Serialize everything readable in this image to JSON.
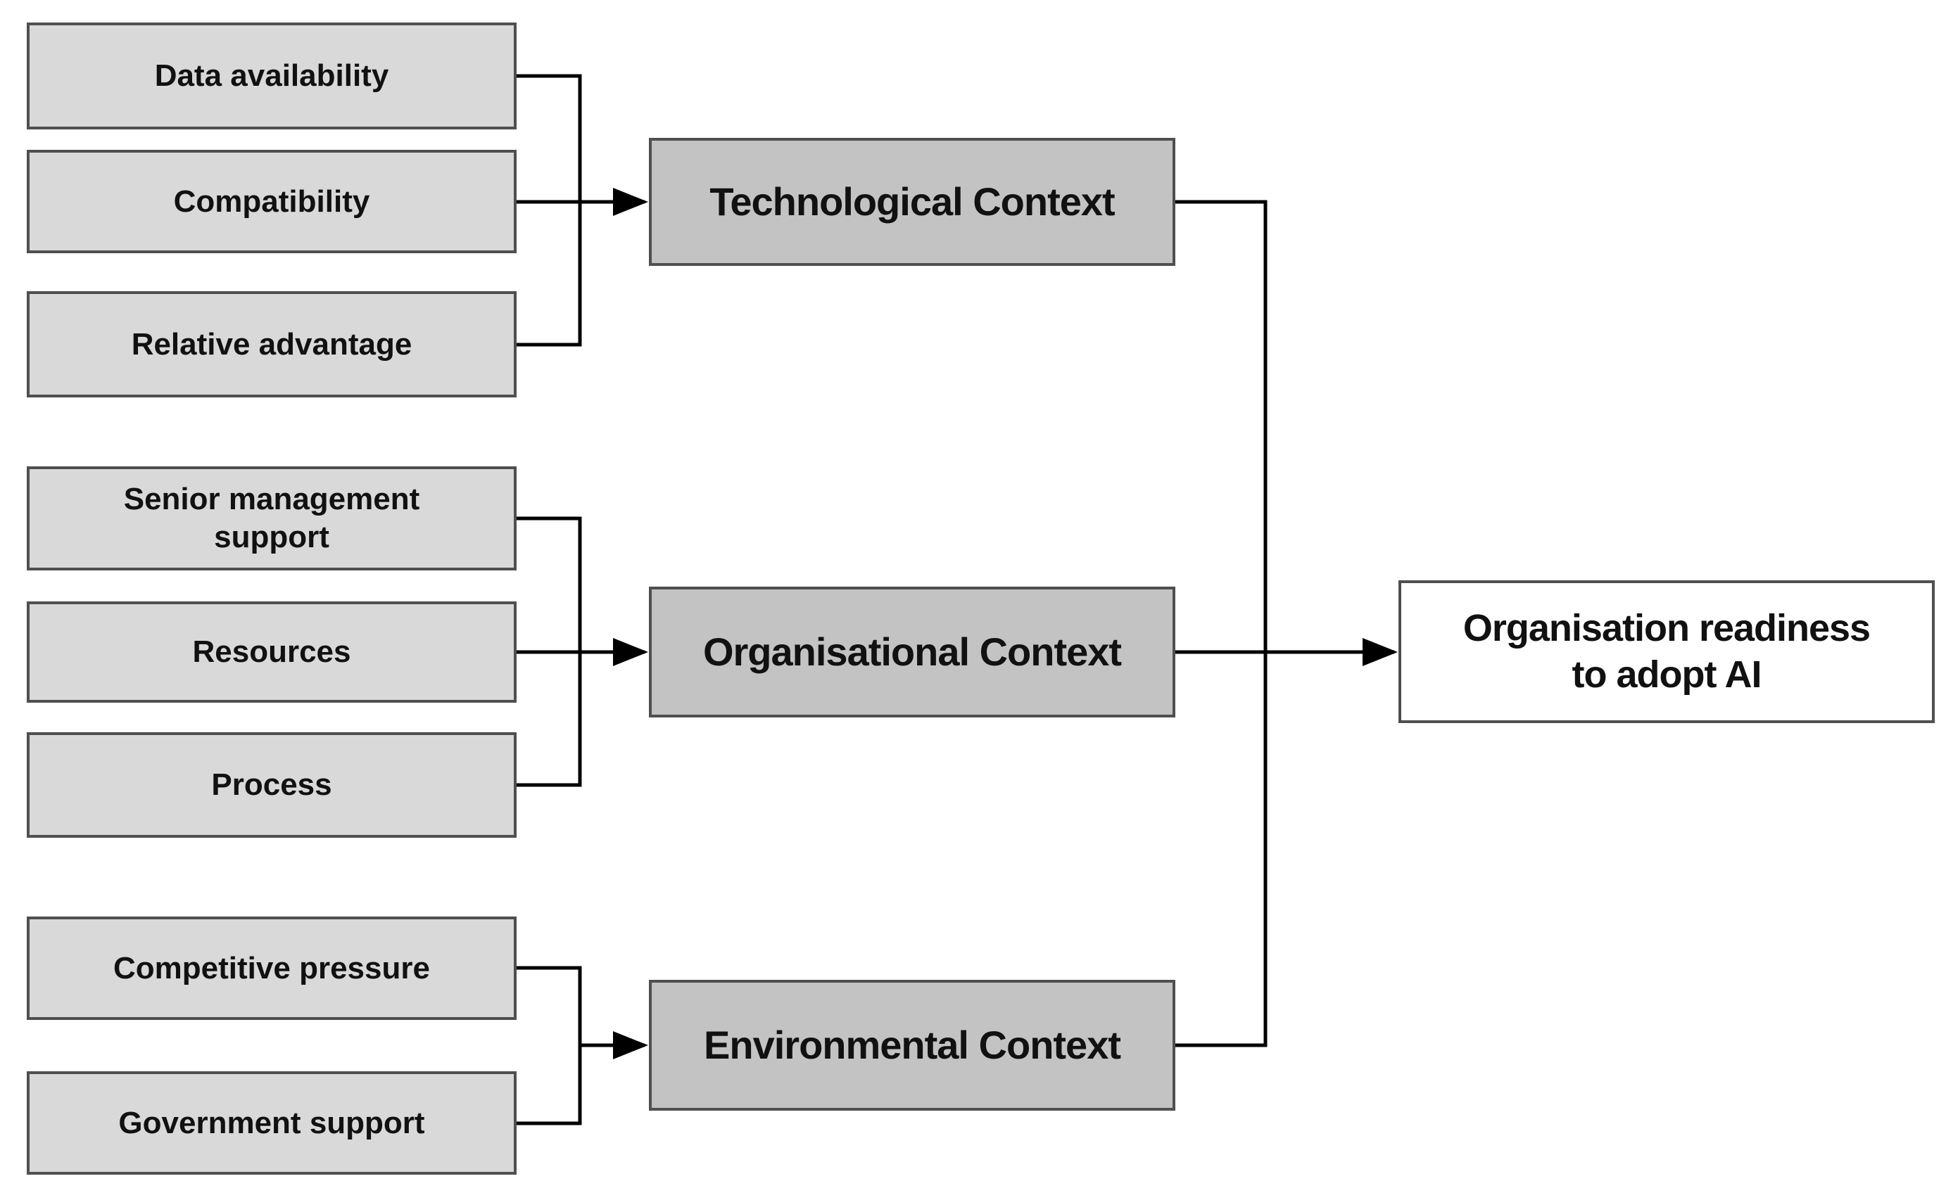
{
  "diagram": {
    "title_semantic": "TOE framework for organisation readiness to adopt AI",
    "groups": [
      {
        "name": "technological",
        "context_label": "Technological Context",
        "factors": [
          {
            "label": "Data availability"
          },
          {
            "label": "Compatibility"
          },
          {
            "label": "Relative advantage"
          }
        ]
      },
      {
        "name": "organisational",
        "context_label": "Organisational Context",
        "factors": [
          {
            "label": "Senior management\nsupport"
          },
          {
            "label": "Resources"
          },
          {
            "label": "Process"
          }
        ]
      },
      {
        "name": "environmental",
        "context_label": "Environmental Context",
        "factors": [
          {
            "label": "Competitive pressure"
          },
          {
            "label": "Government support"
          }
        ]
      }
    ],
    "outcome_label": "Organisation readiness\nto adopt AI",
    "colors": {
      "factor_fill": "#d9d9d9",
      "context_fill": "#c3c3c3",
      "outcome_fill": "#ffffff",
      "box_border": "#4f4f4f",
      "connector_line": "#000000",
      "text": "#111111",
      "background": "#ffffff"
    }
  }
}
